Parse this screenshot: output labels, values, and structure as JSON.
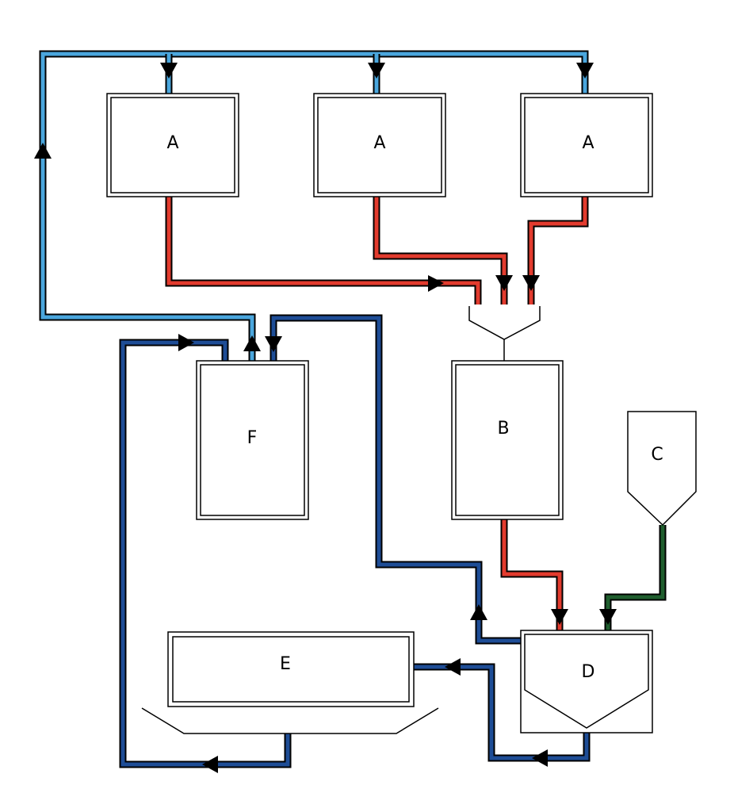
{
  "colors": {
    "light_blue": "#4aa6dd",
    "dark_blue": "#1e4d96",
    "red": "#e23b2e",
    "green": "#1f5e2e"
  },
  "units": {
    "A1": "A",
    "A2": "A",
    "A3": "A",
    "B": "B",
    "C": "C",
    "D": "D",
    "E": "E",
    "F": "F"
  }
}
